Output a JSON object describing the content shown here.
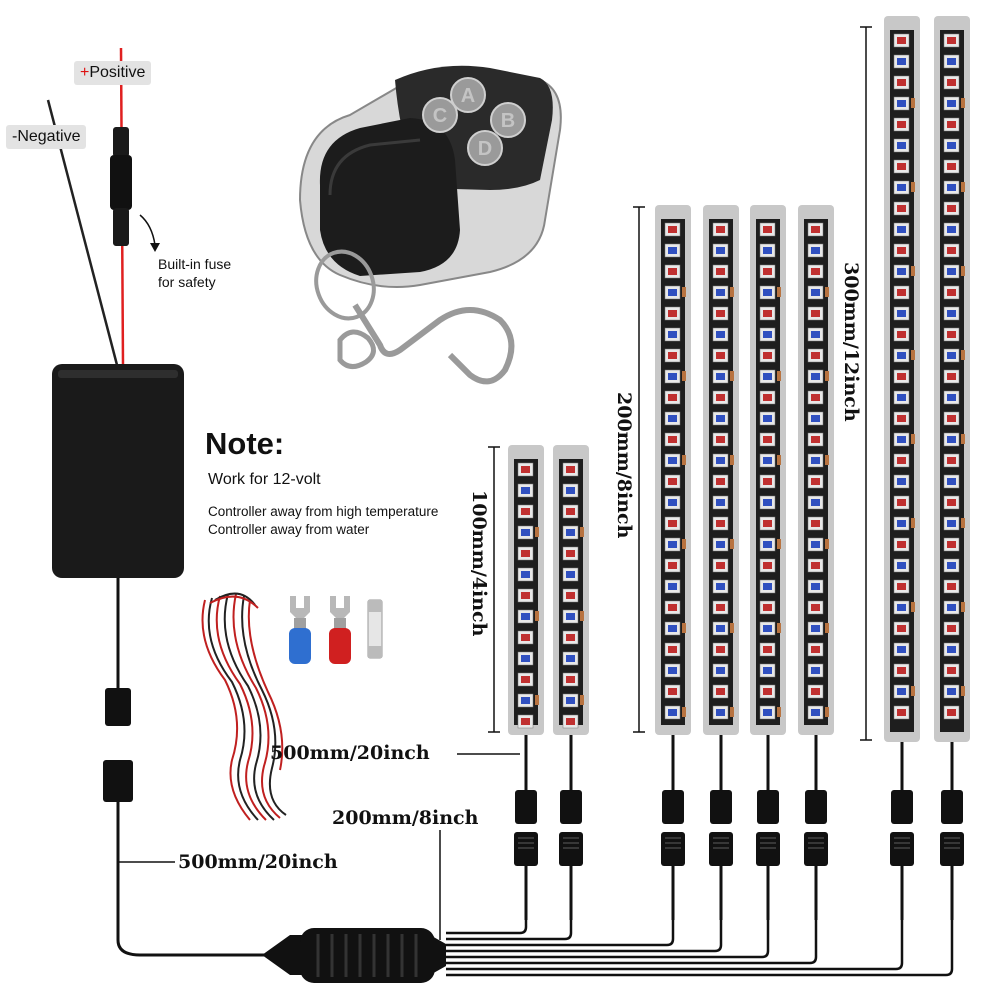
{
  "labels": {
    "positive_sign": "+",
    "positive_text": "Positive",
    "negative": "-Negative",
    "fuse_note_line1": "Built-in fuse",
    "fuse_note_line2": "for safety"
  },
  "note": {
    "title": "Note:",
    "subtitle": "Work for 12-volt",
    "lines": [
      "Controller away from high temperature",
      "Controller away from water"
    ]
  },
  "remote_buttons": [
    "A",
    "B",
    "C",
    "D"
  ],
  "dimensions": {
    "short_strip": "100mm/4inch",
    "medium_strip": "200mm/8inch",
    "long_strip": "300mm/12inch",
    "strip_lead": "500mm/20inch",
    "branch_lead": "200mm/8inch",
    "controller_lead": "500mm/20inch"
  },
  "colors": {
    "wire_positive": "#e02020",
    "wire_negative": "#222222",
    "strip_body": "#1e1e1e",
    "strip_casing": "#c8c8c8",
    "led_red": "#c03030",
    "led_blue": "#3050c0",
    "controller": "#1a1a1a"
  }
}
